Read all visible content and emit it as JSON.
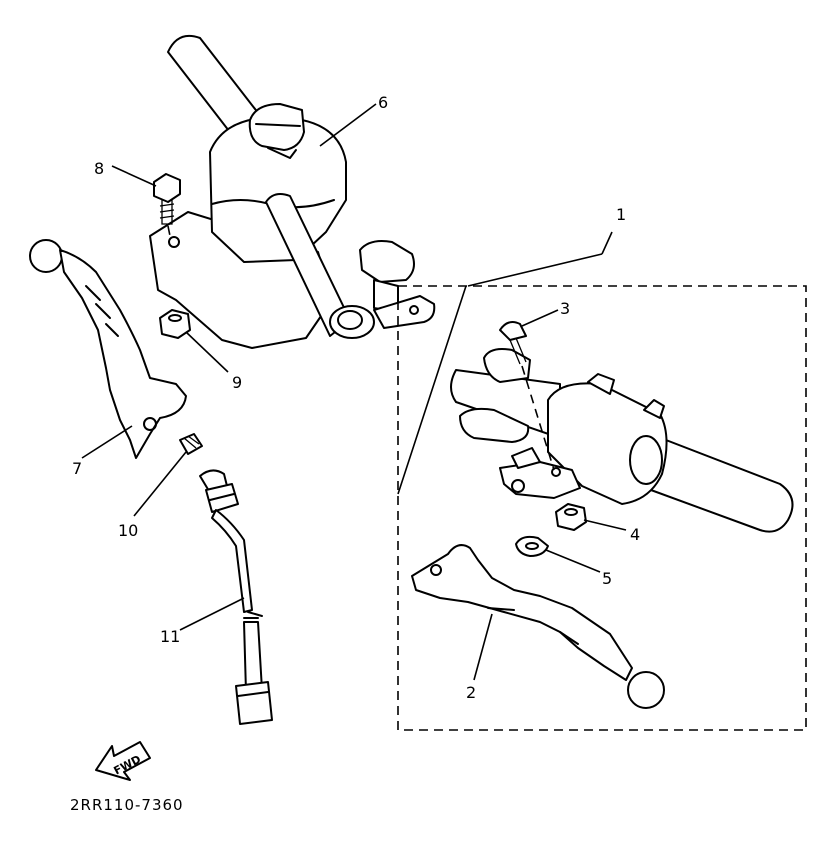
{
  "diagram_code": "2RR110-7360",
  "direction_label": "FWD",
  "parts": [
    {
      "ref": "1"
    },
    {
      "ref": "2"
    },
    {
      "ref": "3"
    },
    {
      "ref": "4"
    },
    {
      "ref": "5"
    },
    {
      "ref": "6"
    },
    {
      "ref": "7"
    },
    {
      "ref": "8"
    },
    {
      "ref": "9"
    },
    {
      "ref": "10"
    },
    {
      "ref": "11"
    }
  ]
}
